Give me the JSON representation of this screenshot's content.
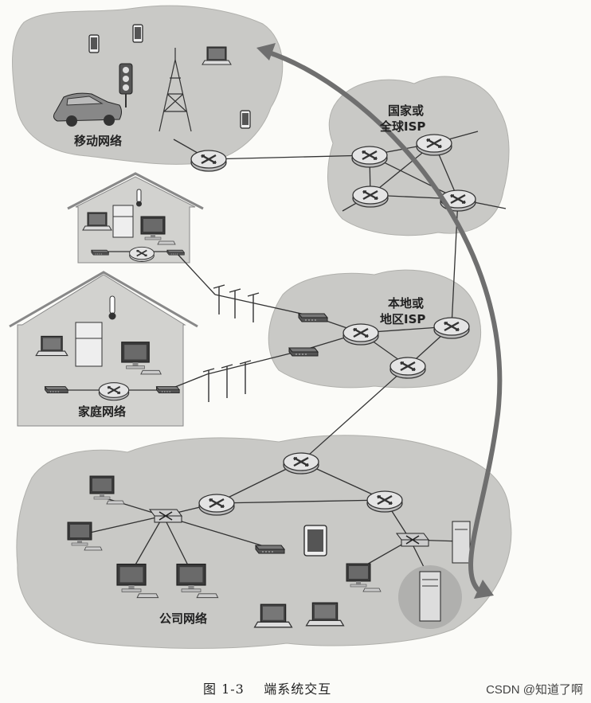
{
  "labels": {
    "mobile": "移动网络",
    "global_isp_line1": "国家或",
    "global_isp_line2": "全球ISP",
    "local_isp_line1": "本地或",
    "local_isp_line2": "地区ISP",
    "home": "家庭网络",
    "corporate": "公司网络"
  },
  "caption": {
    "figure_number": "图 1-3",
    "title": "端系统交互"
  },
  "watermark": "CSDN @知道了啊",
  "colors": {
    "cloud": "#c9c9c6",
    "cloud_edge": "#aeaeaa",
    "house": "#d2d2cf",
    "arrow": "#6f6f6f",
    "router": "#d8d8d8",
    "line": "#333333"
  },
  "icons": [
    "router-icon",
    "laptop-icon",
    "smartphone-icon",
    "car-icon",
    "traffic-light-icon",
    "cell-tower-icon",
    "monitor-icon",
    "refrigerator-icon",
    "thermometer-icon",
    "modem-icon",
    "switch-icon",
    "server-icon",
    "tablet-icon",
    "wireless-access-point-icon"
  ]
}
